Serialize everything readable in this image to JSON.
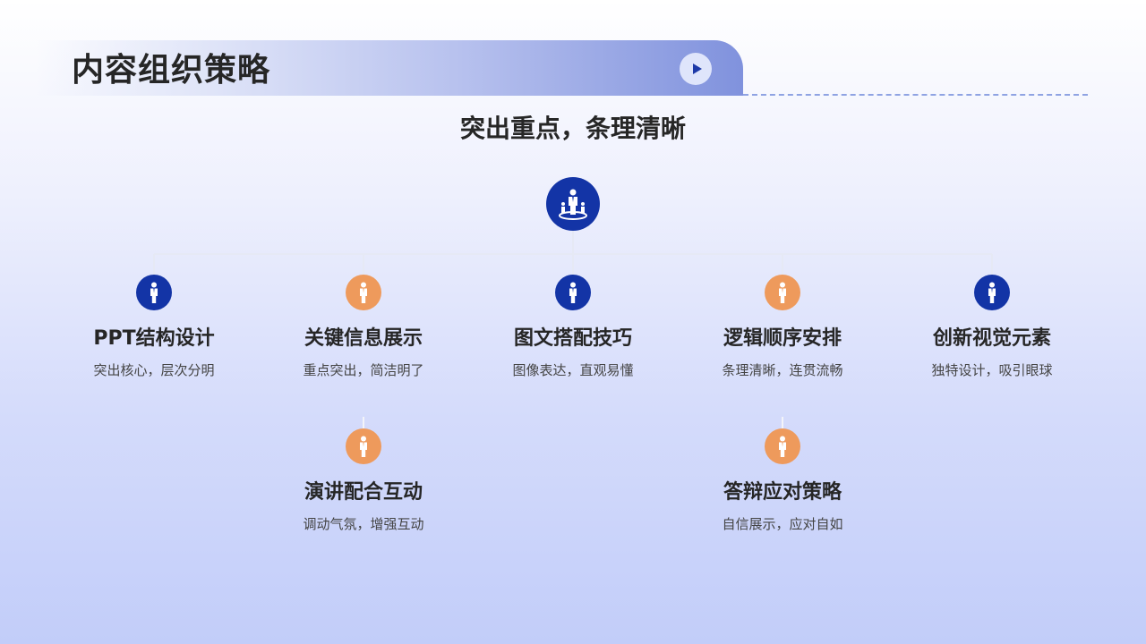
{
  "header": {
    "title": "内容组织策略",
    "play_icon": "play-icon"
  },
  "subtitle": "突出重点，条理清晰",
  "colors": {
    "blue": "#1334a6",
    "orange": "#ee9a5c"
  },
  "root": {
    "icon": "person-podium-icon",
    "color": "blue"
  },
  "nodes": [
    {
      "title": "PPT结构设计",
      "desc": "突出核心，层次分明",
      "icon": "person-icon",
      "color": "blue"
    },
    {
      "title": "关键信息展示",
      "desc": "重点突出，简洁明了",
      "icon": "person-icon",
      "color": "orange"
    },
    {
      "title": "图文搭配技巧",
      "desc": "图像表达，直观易懂",
      "icon": "person-icon",
      "color": "blue"
    },
    {
      "title": "逻辑顺序安排",
      "desc": "条理清晰，连贯流畅",
      "icon": "person-icon",
      "color": "orange"
    },
    {
      "title": "创新视觉元素",
      "desc": "独特设计，吸引眼球",
      "icon": "person-icon",
      "color": "blue"
    },
    {
      "title": "演讲配合互动",
      "desc": "调动气氛，增强互动",
      "icon": "person-icon",
      "color": "orange"
    },
    {
      "title": "答辩应对策略",
      "desc": "自信展示，应对自如",
      "icon": "person-icon",
      "color": "orange"
    }
  ]
}
